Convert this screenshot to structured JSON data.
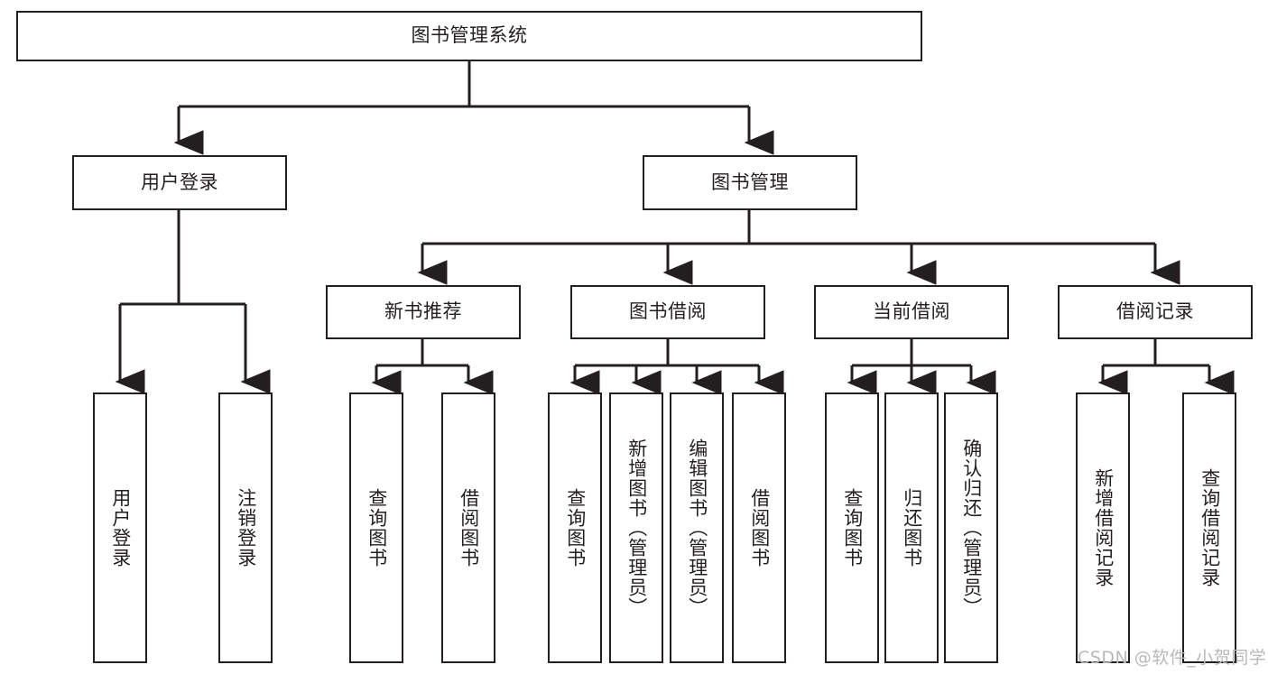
{
  "diagram": {
    "title": "图书管理系统",
    "type": "tree-hierarchy-chart",
    "colors": {
      "stroke": "#231f20",
      "fill": "#ffffff",
      "watermark": "#b9b9b9"
    },
    "root": {
      "label": "图书管理系统"
    },
    "level2": [
      {
        "label": "用户登录"
      },
      {
        "label": "图书管理"
      }
    ],
    "level3": [
      {
        "label": "新书推荐"
      },
      {
        "label": "图书借阅"
      },
      {
        "label": "当前借阅"
      },
      {
        "label": "借阅记录"
      }
    ],
    "leaves": {
      "user_login": [
        {
          "label": "用户登录"
        },
        {
          "label": "注销登录"
        }
      ],
      "new_book_recommend": [
        {
          "label": "查询图书"
        },
        {
          "label": "借阅图书"
        }
      ],
      "book_borrow": [
        {
          "label": "查询图书"
        },
        {
          "label": "新增图书（管理员）"
        },
        {
          "label": "编辑图书（管理员）"
        },
        {
          "label": "借阅图书"
        }
      ],
      "current_borrow": [
        {
          "label": "查询图书"
        },
        {
          "label": "归还图书"
        },
        {
          "label": "确认归还（管理员）"
        }
      ],
      "borrow_record": [
        {
          "label": "新增借阅记录"
        },
        {
          "label": "查询借阅记录"
        }
      ]
    },
    "watermark": "CSDN @软件_小贺同学"
  }
}
